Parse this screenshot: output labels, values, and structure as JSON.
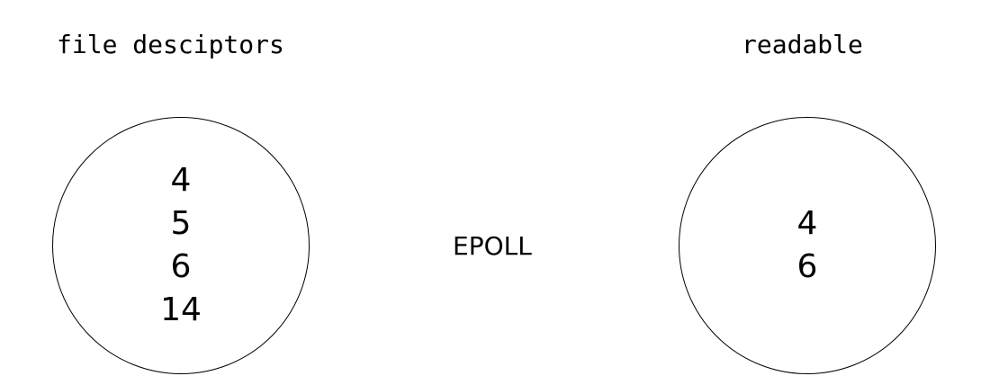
{
  "left_heading": "file desciptors",
  "right_heading": "readable",
  "center_label": "EPOLL",
  "file_descriptors": [
    "4",
    "5",
    "6",
    "14"
  ],
  "readable_descriptors": [
    "4",
    "6"
  ]
}
